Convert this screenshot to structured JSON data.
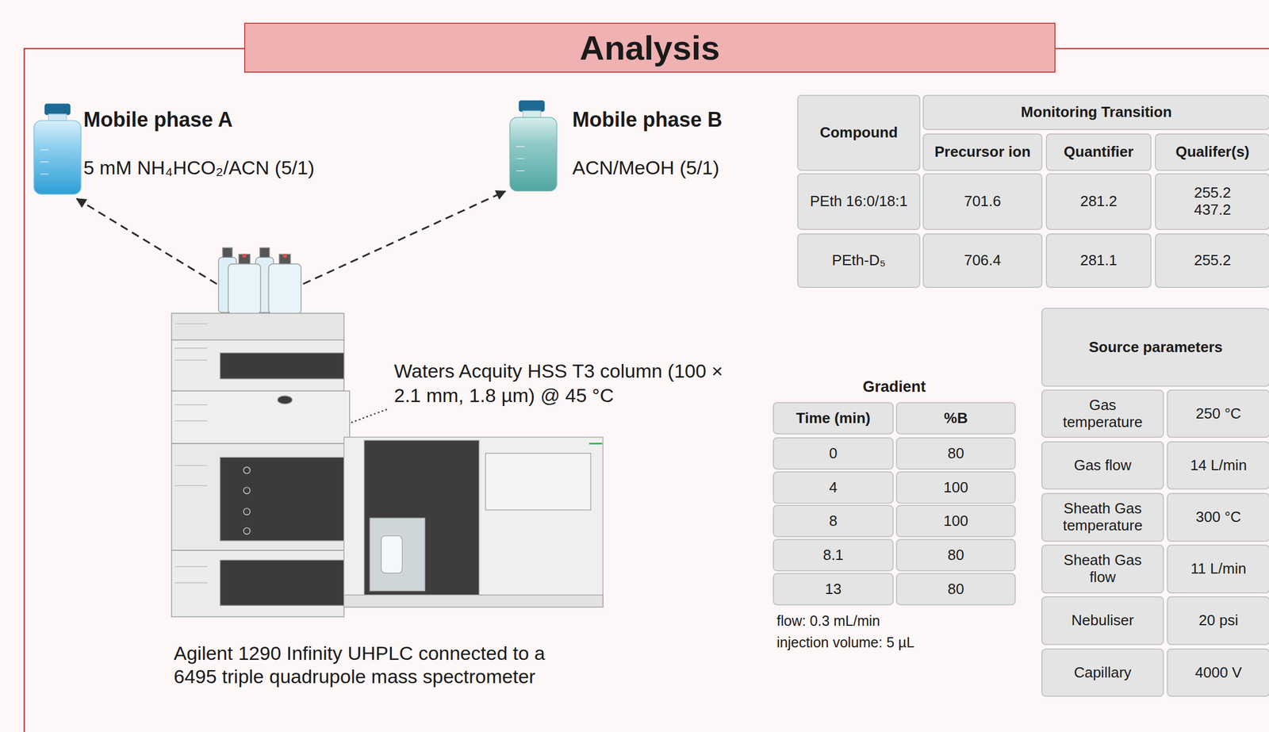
{
  "diagram": {
    "title": "Analysis",
    "nodes": [
      {
        "text": [
          "Mobile phase A",
          "5 mM NH₄HCO₂/ACN (5/1)"
        ]
      },
      {
        "text": [
          "Mobile phase B",
          "ACN/MeOH (5/1)"
        ]
      },
      {
        "text": [
          "Agilent 1290 Infinity UHPLC connected to a 6495 triple quadrupole mass spectrometer"
        ]
      }
    ],
    "edges": [
      {
        "from": 2,
        "to": 0,
        "arrow": "to"
      },
      {
        "from": 2,
        "to": 1,
        "arrow": "to"
      }
    ],
    "labels": [
      "Compound",
      "Monitoring Transition",
      "Precursor ion",
      "Quantifier",
      "Qualifer(s)",
      "PEth 16:0/18:1",
      "701.6",
      "281.2",
      "255.2 437.2",
      "PEth-D₅",
      "706.4",
      "281.1",
      "255.2",
      "Gradient",
      "Time (min)",
      "%B",
      "0",
      "80",
      "4",
      "100",
      "8",
      "100",
      "8.1",
      "80",
      "13",
      "80",
      "flow: 0.3 mL/min",
      "injection volume: 5 µL",
      "Source parameters",
      "Gas temperature",
      "250 °C",
      "Gas flow",
      "14 L/min",
      "Sheath Gas temperature",
      "300 °C",
      "Sheath Gas flow",
      "11 L/min",
      "Nebuliser",
      "20 psi",
      "Capillary",
      "4000 V",
      "Waters Acquity HSS T3 column (100 × 2.1 mm, 1.8 µm) @ 45 °C"
    ]
  }
}
